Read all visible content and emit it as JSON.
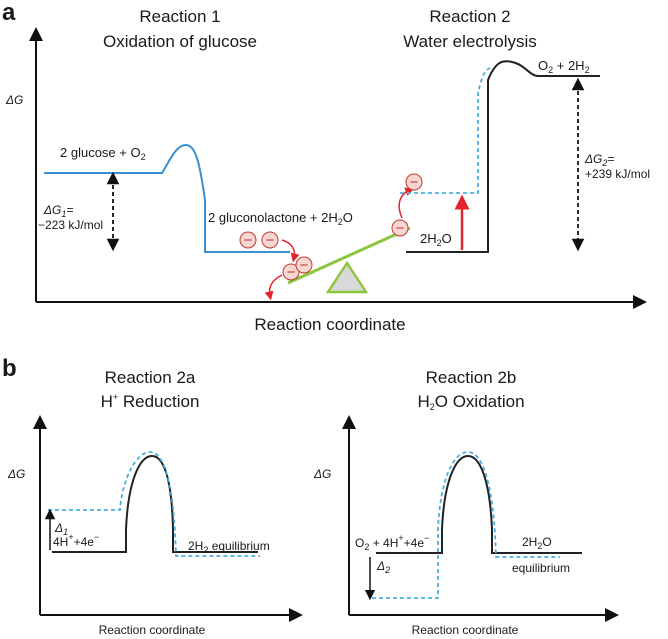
{
  "panel_a": {
    "letter": "a",
    "reaction1_title": "Reaction 1",
    "reaction1_subtitle": "Oxidation of glucose",
    "reaction2_title": "Reaction 2",
    "reaction2_subtitle": "Water electrolysis",
    "y_axis_label": "ΔG",
    "x_axis_label": "Reaction coordinate",
    "glucose_label_pre": "2 glucose + O",
    "glucose_label_sub": "2",
    "gluconolactone_label_pre": "2 gluconolactone + 2H",
    "gluconolactone_label_sub": "2",
    "gluconolactone_label_post": "O",
    "dg1_label_pre": "ΔG",
    "dg1_label_sub": "1",
    "dg1_label_post": "=",
    "dg1_value": "−223 kJ/mol",
    "o2_label_pre": "O",
    "o2_label_sub1": "2",
    "o2_label_mid": " + 2H",
    "o2_label_sub2": "2",
    "water_label_pre": "2H",
    "water_label_sub": "2",
    "water_label_post": "O",
    "dg2_label_pre": "ΔG",
    "dg2_label_sub": "2",
    "dg2_label_post": "=",
    "dg2_value": "+239 kJ/mol",
    "electron_symbol": "−"
  },
  "panel_b": {
    "letter": "b",
    "reaction2a_title": "Reaction 2a",
    "reaction2a_subtitle_pre": "H",
    "reaction2a_subtitle_sup": "+",
    "reaction2a_subtitle_post": " Reduction",
    "reaction2b_title": "Reaction 2b",
    "reaction2b_subtitle_pre": "H",
    "reaction2b_subtitle_sub": "2",
    "reaction2b_subtitle_post": "O Oxidation",
    "y_axis_label_left": "ΔG",
    "y_axis_label_right": "ΔG",
    "x_axis_label_left": "Reaction coordinate",
    "x_axis_label_right": "Reaction coordinate",
    "delta1_pre": "Δ",
    "delta1_sub": "1",
    "delta2_pre": "Δ",
    "delta2_sub": "2",
    "reactants_2a_pre": "4H",
    "reactants_2a_sup1": "+",
    "reactants_2a_mid": "+4e",
    "reactants_2a_sup2": "−",
    "products_2a_pre": "2H",
    "products_2a_sub": "2",
    "products_2a_post": " equilibrium",
    "reactants_2b_pre": "O",
    "reactants_2b_sub": "2",
    "reactants_2b_mid": " + 4H",
    "reactants_2b_sup1": "+",
    "reactants_2b_mid2": "+4e",
    "reactants_2b_sup2": "−",
    "products_2b_pre": "2H",
    "products_2b_sub": "2",
    "products_2b_post": "O",
    "products_2b_note": "equilibrium"
  },
  "colors": {
    "axis": "#111111",
    "black_curve": "#222222",
    "blue_curve": "#3a8fd0",
    "dashed_blue": "#4aaee0",
    "red_arrow": "#e0262c",
    "electron_fill": "#f7d6d4",
    "electron_stroke": "#c0392b",
    "seesaw_green": "#8cc63f",
    "fulcrum_fill": "#d9d9d9"
  }
}
